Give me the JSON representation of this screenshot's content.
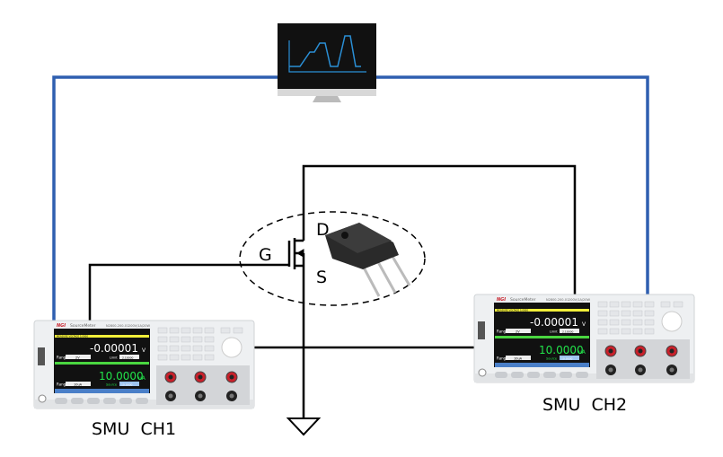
{
  "terminals": {
    "drain": "D",
    "gate": "G",
    "source": "S"
  },
  "smu": [
    {
      "label": "SMU  CH1",
      "brand": "NGI",
      "model_text": "SourceMeter",
      "model_no": "N2800-200-01",
      "rating": "200V/1A/20W",
      "measure_header": "MEASURE VOLTAGE 5.0000",
      "measure_value": "-0.00001",
      "measure_unit": "V",
      "range1": "Range :",
      "range1_val": "2V",
      "limit": "Limit",
      "limit_val": "2.10000",
      "source_value": "10.0000",
      "source_unit": "uA",
      "range2": "Range :",
      "range2_val": "10uA",
      "source_lbl": "Source",
      "source_val": "10.0000"
    },
    {
      "label": "SMU  CH2",
      "brand": "NGI",
      "model_text": "SourceMeter",
      "model_no": "N2800-200-01",
      "rating": "200V/1A/20W",
      "measure_header": "MEASURE VOLTAGE 5.0000",
      "measure_value": "-0.00001",
      "measure_unit": "V",
      "range1": "Range :",
      "range1_val": "2V",
      "limit": "Limit",
      "limit_val": "2.10000",
      "source_value": "10.0000",
      "source_unit": "uA",
      "range2": "Range :",
      "range2_val": "10uA",
      "source_lbl": "Source",
      "source_val": "10.0000"
    }
  ],
  "colors": {
    "comm_wire": "#2f5fb0",
    "signal_wire": "#000000",
    "screen_trace": "#2a8fd6",
    "measure_green": "#22e34a"
  }
}
